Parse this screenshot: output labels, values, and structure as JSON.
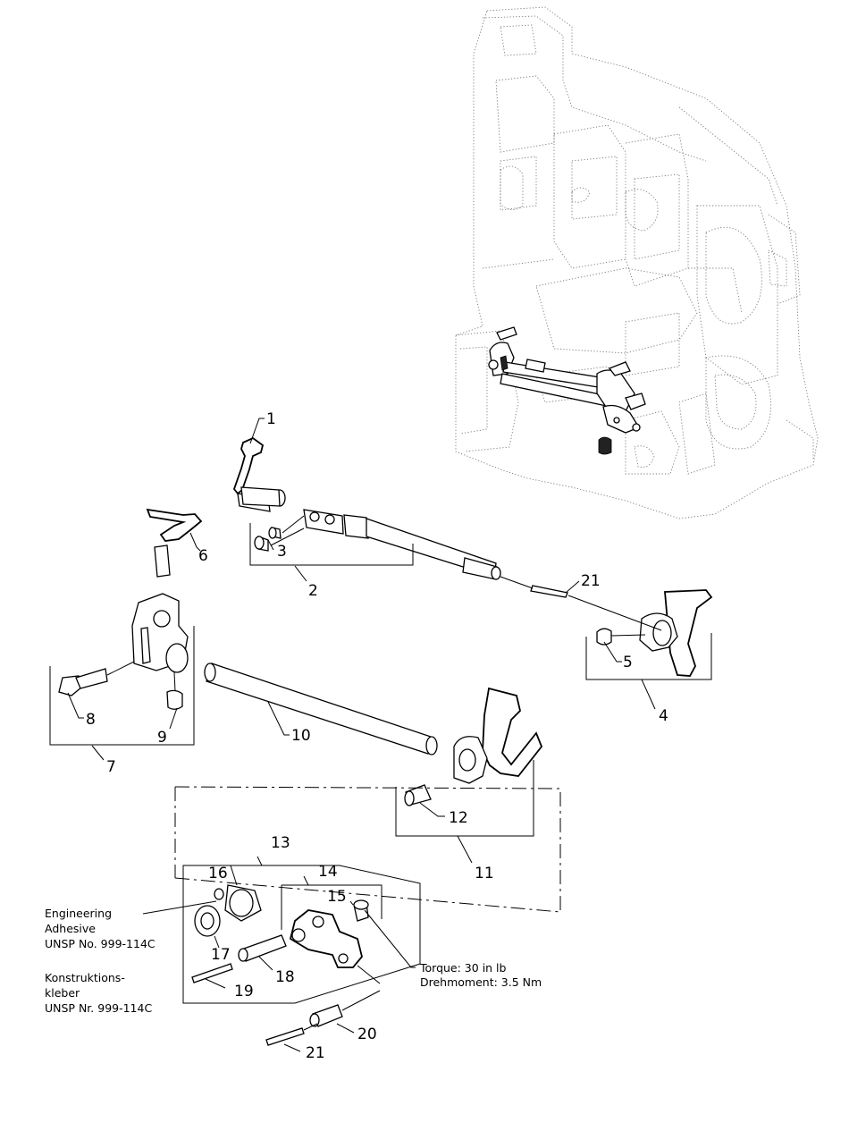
{
  "callouts": {
    "c1": "1",
    "c2": "2",
    "c3": "3",
    "c4": "4",
    "c5": "5",
    "c6": "6",
    "c7": "7",
    "c8": "8",
    "c9": "9",
    "c10": "10",
    "c11": "11",
    "c12": "12",
    "c13": "13",
    "c14": "14",
    "c15": "15",
    "c16": "16",
    "c17": "17",
    "c18": "18",
    "c19": "19",
    "c20": "20",
    "c21a": "21",
    "c21b": "21"
  },
  "notes": {
    "adhesive_en_1": "Engineering",
    "adhesive_en_2": "Adhesive",
    "adhesive_en_3": "UNSP No. 999-114C",
    "adhesive_de_1": "Konstruktions-",
    "adhesive_de_2": "kleber",
    "adhesive_de_3": "UNSP Nr. 999-114C",
    "torque_en": "Torque: 30 in lb",
    "torque_de": "Drehmoment: 3.5 Nm"
  }
}
